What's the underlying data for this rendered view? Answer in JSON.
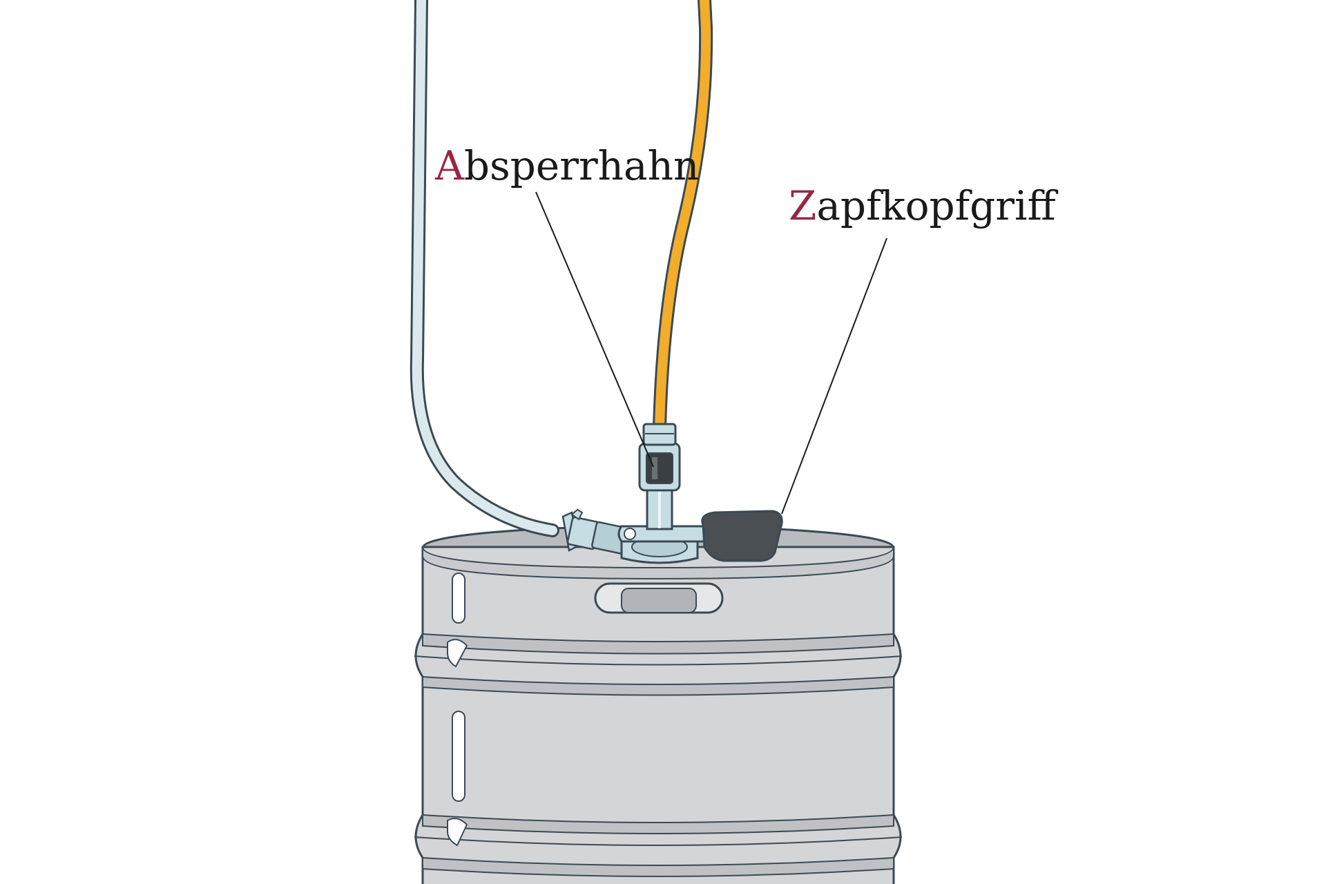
{
  "labels": {
    "shutoff_valve": {
      "initial": "A",
      "rest": "bsperrhahn"
    },
    "coupler_handle": {
      "initial": "Z",
      "rest": "apfkopfgriff"
    }
  },
  "colors": {
    "initial_accent": "#9b2545",
    "label_text": "#1a1a1a",
    "gas_hose": "#f2ad2b",
    "beer_hose": "#dbe9ec",
    "outline": "#3a4a55",
    "keg_body": "#d4d5d7",
    "keg_band": "#bfc1c4",
    "keg_highlight": "#ffffff",
    "coupler_metal": "#c6dde4",
    "valve_dark": "#3b3f42",
    "handle": "#4a4f53",
    "background": "#ffffff"
  },
  "icons": {
    "keg": "beer-keg-icon",
    "coupler": "keg-coupler-icon",
    "gas_hose": "gas-hose-icon",
    "beer_hose": "beer-hose-icon"
  }
}
